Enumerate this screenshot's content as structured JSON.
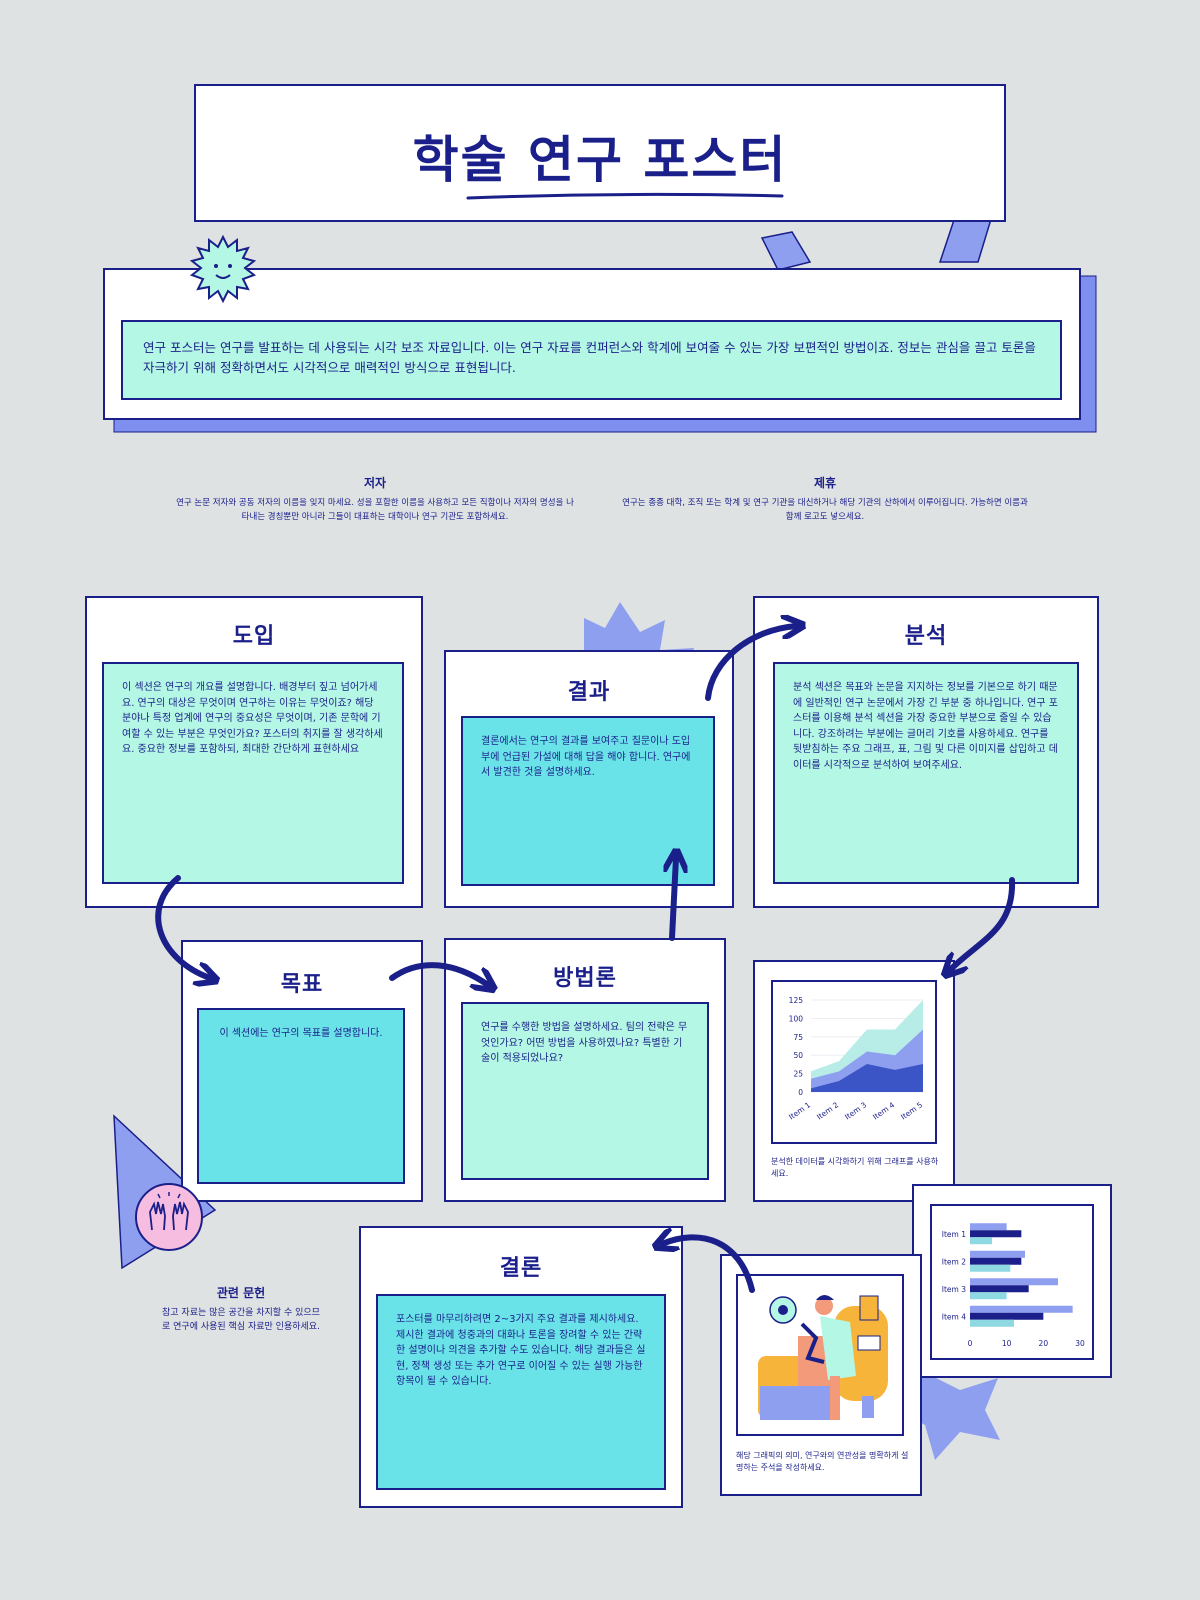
{
  "poster": {
    "title": "학술 연구 포스터",
    "intro": "연구 포스터는 연구를 발표하는 데 사용되는 시각 보조 자료입니다. 이는 연구 자료를 컨퍼런스와 학계에 보여줄 수 있는 가장 보편적인 방법이죠. 정보는 관심을 끌고 토론을 자극하기 위해 정확하면서도 시각적으로 매력적인 방식으로 표현됩니다."
  },
  "authors": {
    "heading": "저자",
    "text": "연구 논문 저자와 공동 저자의 이름을 잊지 마세요. 성을 포함한 이름을 사용하고 모든 직함이나 저자의 명성을 나타내는 경칭뿐만 아니라 그들이 대표하는 대학이나 연구 기관도 포함하세요."
  },
  "affiliation": {
    "heading": "제휴",
    "text": "연구는 종종 대학, 조직 또는 학계 및 연구 기관을 대신하거나 해당 기관의 산하에서 이루어집니다. 가능하면 이름과 함께 로고도 넣으세요."
  },
  "sections": {
    "intro_section": {
      "title": "도입",
      "text": "이 섹션은 연구의 개요를 설명합니다. 배경부터 짚고 넘어가세요. 연구의 대상은 무엇이며 연구하는 이유는 무엇이죠? 해당 분야나 특정 업계에 연구의 중요성은 무엇이며, 기존 문학에 기여할 수 있는 부분은 무엇인가요? 포스터의 취지를 잘 생각하세요. 중요한 정보를 포함하되, 최대한 간단하게 표현하세요"
    },
    "results": {
      "title": "결과",
      "text": "결론에서는 연구의 결과를 보여주고 질문이나 도입부에 언급된 가설에 대해 답을 해야 합니다. 연구에서 발견한 것을 설명하세요."
    },
    "analysis": {
      "title": "분석",
      "text": "분석 섹션은 목표와 논문을 지지하는 정보를 기본으로 하기 때문에 일반적인 연구 논문에서 가장 긴 부분 중 하나입니다. 연구 포스터를 이용해 분석 섹션을 가장 중요한 부분으로 줄일 수 있습니다. 강조하려는 부분에는 글머리 기호를 사용하세요. 연구를 뒷받침하는 주요 그래프, 표, 그림 및 다른 이미지를 삽입하고 데이터를 시각적으로 분석하여 보여주세요."
    },
    "goals": {
      "title": "목표",
      "text": "이 섹션에는 연구의 목표를 설명합니다."
    },
    "methodology": {
      "title": "방법론",
      "text": "연구를 수행한 방법을 설명하세요. 팀의 전략은 무엇인가요? 어떤 방법을 사용하였나요? 특별한 기술이 적용되었나요?"
    },
    "conclusion": {
      "title": "결론",
      "text": "포스터를 마무리하려면 2~3가지 주요 결과를 제시하세요. 제시한 결과에 청중과의 대화나 토론을 장려할 수 있는 간략한 설명이나 의견을 추가할 수도 있습니다. 해당 결과들은 실현, 정책 생성 또는 추가 연구로 이어질 수 있는 실행 가능한 항목이 될 수 있습니다."
    }
  },
  "references": {
    "heading": "관련 문헌",
    "text": "참고 자료는 많은 공간을 차지할 수 있으므로 연구에 사용된 핵심 자료만 인용하세요."
  },
  "captions": {
    "chart": "분석한 데이터를 시각화하기 위해 그래프를 사용하세요.",
    "image": "해당 그래픽의 의미, 연구와의 연관성을 명확하게 설명하는 주석을 작성하세요."
  },
  "colors": {
    "navy": "#1a1f8a",
    "mint": "#b4f7e4",
    "cyan": "#6ae3e8",
    "periwinkle": "#7f8ff0",
    "pink": "#f7bde0"
  },
  "chart_data": [
    {
      "type": "area",
      "categories": [
        "Item 1",
        "Item 2",
        "Item 3",
        "Item 4",
        "Item 5"
      ],
      "ylim": [
        0,
        125
      ],
      "yticks": [
        0,
        25,
        50,
        75,
        100,
        125
      ],
      "series": [
        {
          "values": [
            28,
            42,
            85,
            85,
            125
          ],
          "color": "#b7ece7"
        },
        {
          "values": [
            18,
            28,
            55,
            50,
            85
          ],
          "color": "#8f9ff0"
        },
        {
          "values": [
            5,
            15,
            38,
            30,
            38
          ],
          "color": "#3b55c6"
        }
      ]
    },
    {
      "type": "bar",
      "categories": [
        "Item 1",
        "Item 2",
        "Item 3",
        "Item 4"
      ],
      "xlim": [
        0,
        30
      ],
      "xticks": [
        0,
        10,
        20,
        30
      ],
      "series": [
        {
          "values": [
            10,
            15,
            24,
            28
          ],
          "color": "#8f9ff0"
        },
        {
          "values": [
            14,
            14,
            16,
            20
          ],
          "color": "#1a1f8a"
        },
        {
          "values": [
            6,
            11,
            10,
            12
          ],
          "color": "#8ed9e2"
        }
      ]
    }
  ]
}
